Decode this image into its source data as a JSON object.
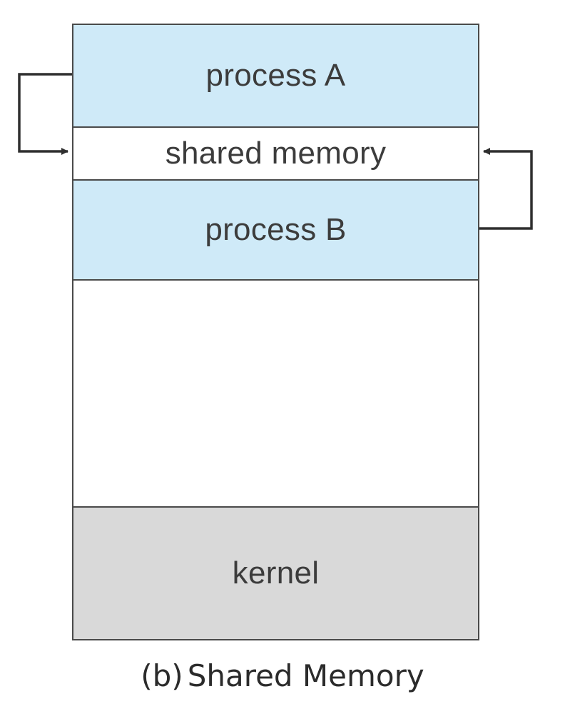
{
  "diagram": {
    "segments": {
      "process_a": "process A",
      "shared_memory": "shared memory",
      "process_b": "process B",
      "kernel": "kernel"
    },
    "colors": {
      "process_fill": "#cfeaf8",
      "kernel_fill": "#d9d9d9",
      "border": "#4a4a4a"
    },
    "caption_prefix": "(b)",
    "caption_text": "Shared Memory"
  }
}
